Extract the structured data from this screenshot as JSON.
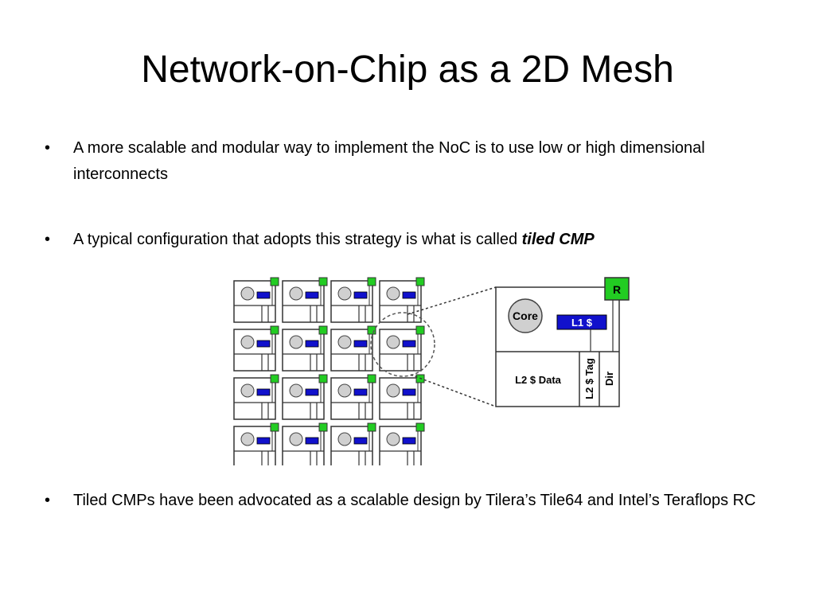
{
  "slide": {
    "title": "Network-on-Chip as a 2D Mesh",
    "bullets": [
      {
        "text": "A more scalable and modular way to implement the NoC is to use low or high dimensional interconnects"
      },
      {
        "text": "A typical configuration that adopts this strategy is what is called ",
        "emphasis": "tiled CMP"
      },
      {
        "text": "Tiled CMPs have been advocated as a scalable design by Tilera’s Tile64 and Intel’s Teraflops RC"
      }
    ],
    "bullet_glyph": "•"
  },
  "diagram": {
    "grid_rows": 4,
    "grid_cols": 4,
    "labels": {
      "router": "R",
      "core": "Core",
      "l1": "L1 $",
      "l2_data": "L2 $ Data",
      "l2_tag": "L2 $ Tag",
      "dir": "Dir"
    },
    "colors": {
      "router": "#22cc22",
      "l1": "#1111cc",
      "core_fill": "#d0d0d0",
      "outline": "#333333"
    }
  }
}
